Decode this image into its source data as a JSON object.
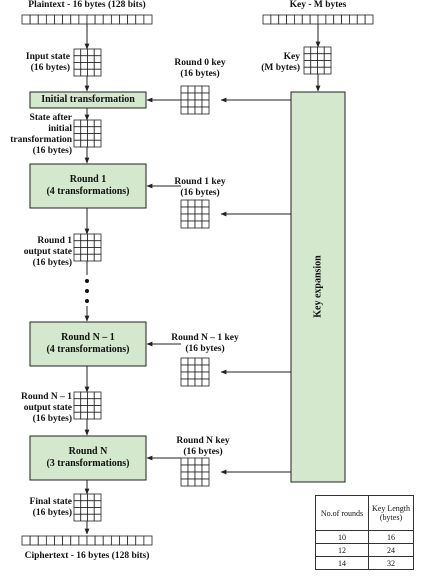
{
  "labels": {
    "plaintext": "Plaintext - 16 bytes (128 bits)",
    "key_top": "Key - M bytes",
    "input_state": [
      "Input state",
      "(16 bytes)"
    ],
    "key_grid": [
      "Key",
      "(M bytes)"
    ],
    "round0_key": [
      "Round 0 key",
      "(16 bytes)"
    ],
    "initial_transformation": "Initial transformation",
    "state_after_initial": [
      "State after",
      "initial",
      "transformation",
      "(16 bytes)"
    ],
    "round1": [
      "Round 1",
      "(4 transformations)"
    ],
    "round1_key": [
      "Round 1 key",
      "(16 bytes)"
    ],
    "key_expansion": "Key expansion",
    "round1_output": [
      "Round 1",
      "output state",
      "(16 bytes)"
    ],
    "roundN1": [
      "Round N – 1",
      "(4 transformations)"
    ],
    "roundN1_key": [
      "Round N – 1 key",
      "(16 bytes)"
    ],
    "roundN1_output": [
      "Round N – 1",
      "output state",
      "(16 bytes)"
    ],
    "roundN": [
      "Round N",
      "(3 transformations)"
    ],
    "roundN_key": [
      "Round N key",
      "(16 bytes)"
    ],
    "final_state": [
      "Final state",
      "(16 bytes)"
    ],
    "ciphertext": "Ciphertext - 16 bytes (128 bits)"
  },
  "rounds_table": {
    "headers": [
      "No.of rounds",
      "Key Length (bytes)"
    ],
    "rows": [
      [
        "10",
        "16"
      ],
      [
        "12",
        "24"
      ],
      [
        "14",
        "32"
      ]
    ]
  },
  "colors": {
    "box_fill": "#d3e8cd",
    "stroke": "#222222"
  }
}
